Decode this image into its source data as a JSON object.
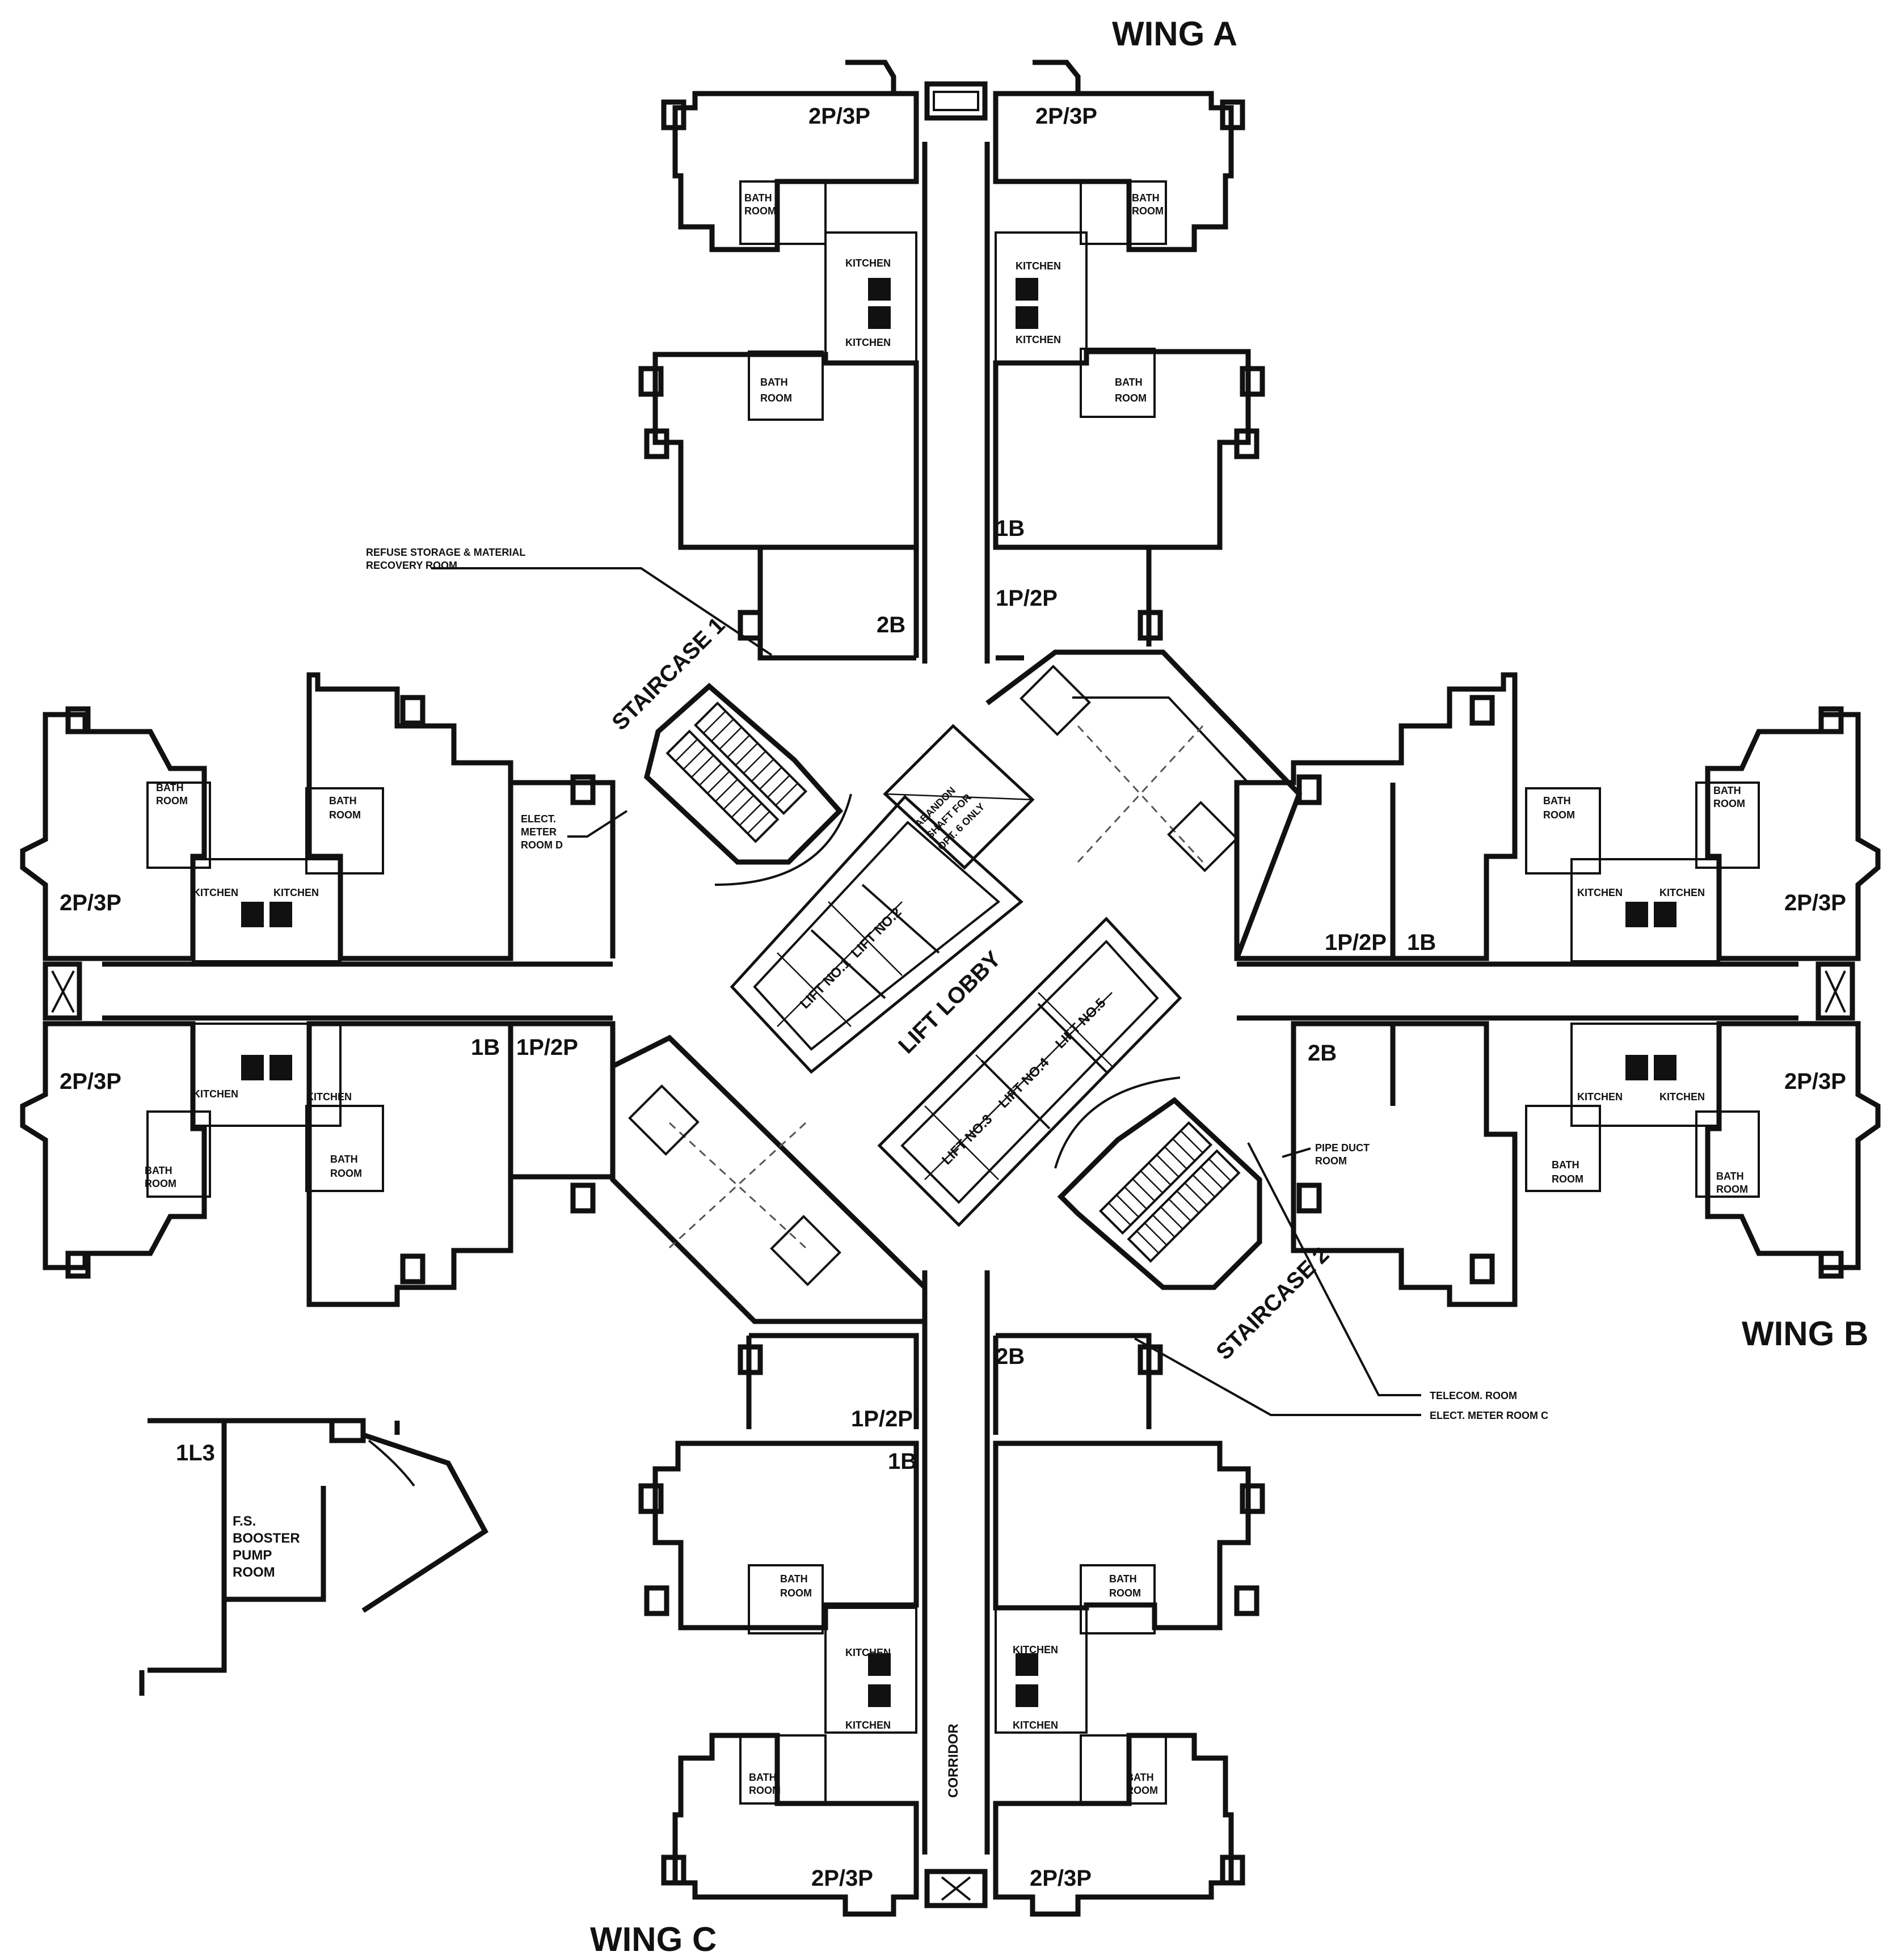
{
  "wings": {
    "a": "WING A",
    "b": "WING B",
    "c": "WING C"
  },
  "units": {
    "a_nw": "2P/3P",
    "a_ne": "2P/3P",
    "a_2b": "2B",
    "a_1b": "1B",
    "a_1p2p": "1P/2P",
    "w_top": "2P/3P",
    "w_bot": "2P/3P",
    "w_1b": "1B",
    "w_1p2p": "1P/2P",
    "b_top": "2P/3P",
    "b_bot": "2P/3P",
    "b_1b": "1B",
    "b_1p2p": "1P/2P",
    "b_2b": "2B",
    "c_1p2p": "1P/2P",
    "c_1b": "1B",
    "c_2b": "2B",
    "c_sw": "2P/3P",
    "c_se": "2P/3P"
  },
  "rooms": {
    "bath": "BATH",
    "room": "ROOM",
    "kitchen": "KITCHEN",
    "corridor": "CORRIDOR",
    "lift_lobby": "LIFT LOBBY",
    "lift1": "LIFT NO.1",
    "lift2": "LIFT NO.2",
    "lift3": "LIFT NO.3",
    "lift4": "LIFT NO.4",
    "lift5": "LIFT NO.5",
    "abandon": [
      "ABANDON",
      "SHAFT FOR",
      "OPT. 6 ONLY"
    ],
    "staircase1": "STAIRCASE 1",
    "staircase2": "STAIRCASE 2"
  },
  "annotations": {
    "refuse": [
      "REFUSE STORAGE & MATERIAL",
      "RECOVERY ROOM"
    ],
    "elect_d": [
      "ELECT.",
      "METER",
      "ROOM D"
    ],
    "pipe_duct": [
      "PIPE DUCT",
      "ROOM"
    ],
    "telecom": "TELECOM. ROOM",
    "elect_c": "ELECT. METER ROOM C"
  },
  "inset": {
    "code": "1L3",
    "label": [
      "F.S.",
      "BOOSTER",
      "PUMP",
      "ROOM"
    ]
  }
}
